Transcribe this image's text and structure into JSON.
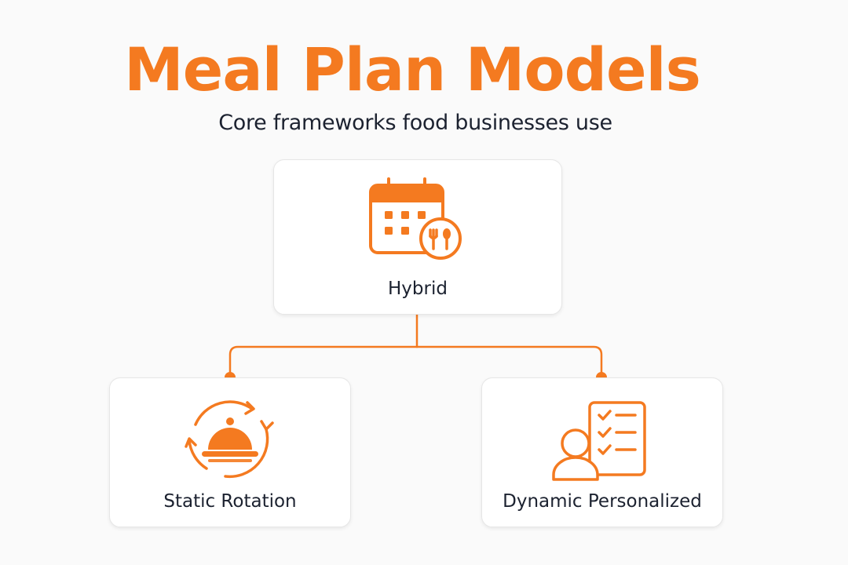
{
  "title": "Meal Plan Models",
  "subtitle": "Core frameworks food businesses use",
  "colors": {
    "accent": "#f47a20",
    "text_dark": "#1c2230",
    "background": "#fafafa",
    "card_border": "#e6e6e6"
  },
  "nodes": {
    "top": {
      "label": "Hybrid",
      "icon": "calendar-utensils-icon"
    },
    "left": {
      "label": "Static Rotation",
      "icon": "cloche-rotation-icon"
    },
    "right": {
      "label": "Dynamic Personalized",
      "icon": "person-checklist-icon"
    }
  }
}
